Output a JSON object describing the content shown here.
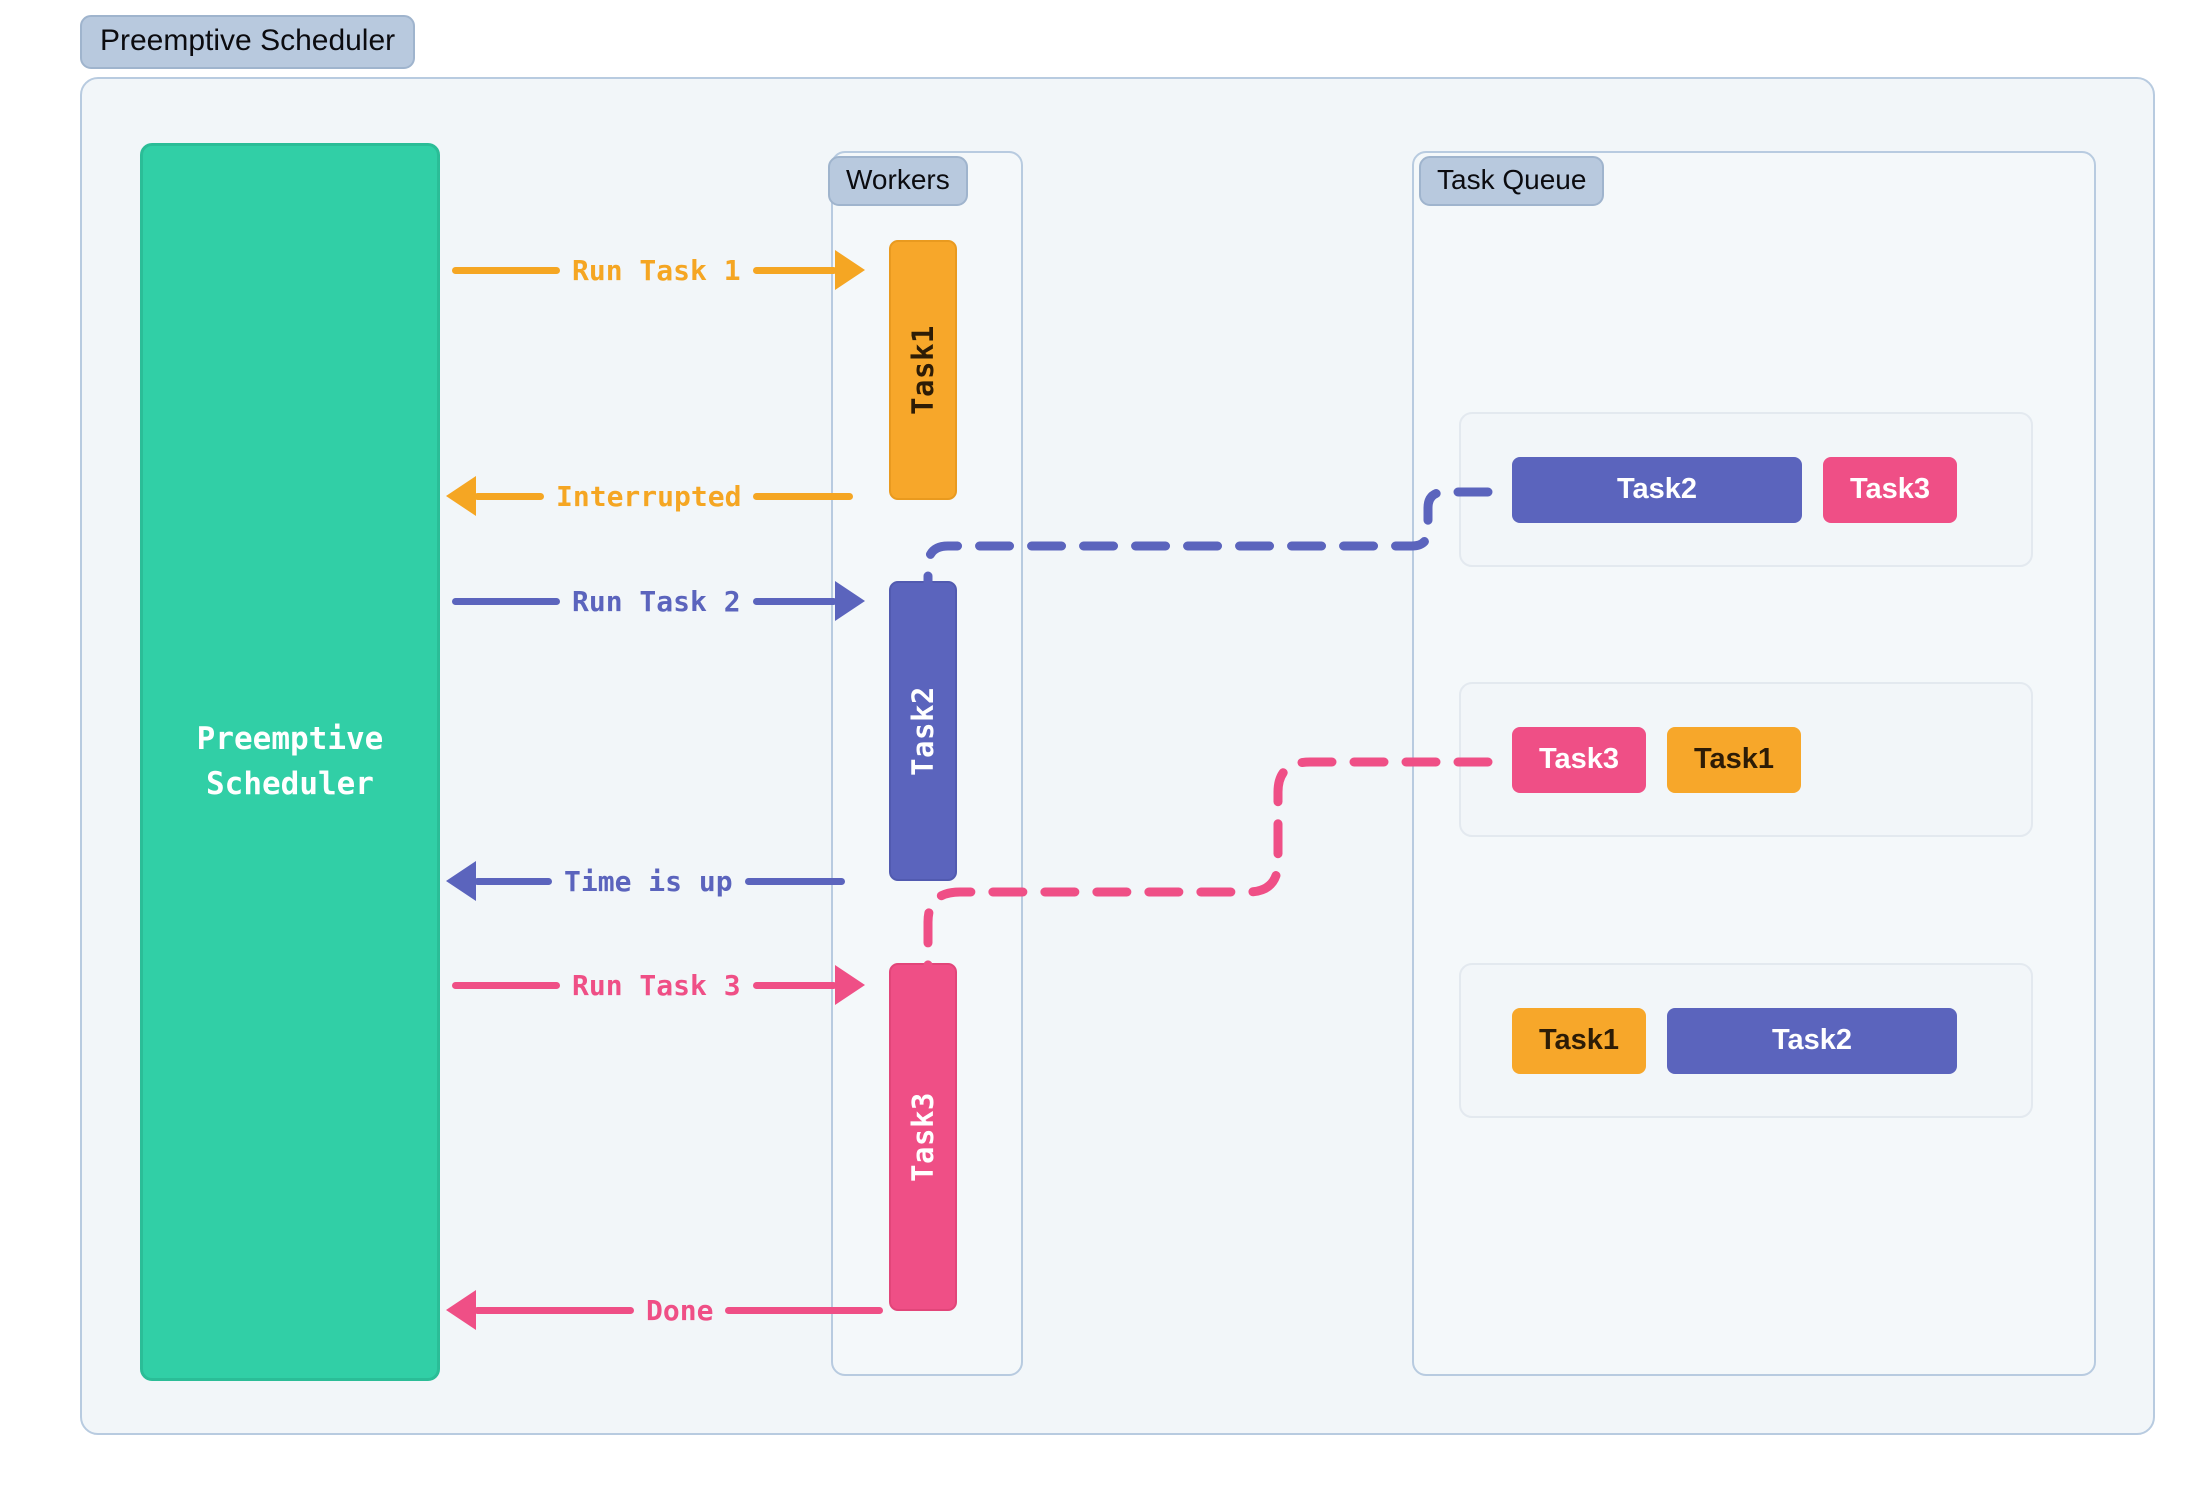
{
  "diagram": {
    "title": "Preemptive Scheduler",
    "scheduler_block_label": "Preemptive\nScheduler",
    "workers_title": "Workers",
    "queue_title": "Task Queue"
  },
  "colors": {
    "background": "#ffffff",
    "frame_fill": "#f2f6f9",
    "frame_border": "#b8cbe0",
    "title_chip_fill": "#b8c9de",
    "scheduler_green": "#31cfa6",
    "task1_orange": "#f7a72a",
    "task2_blue": "#5b64bd",
    "task3_pink": "#ef4f86",
    "task1_text": "#2d1c06",
    "task2_text": "#ffffff",
    "task3_text": "#ffffff"
  },
  "workers": [
    {
      "id": "worker-task1",
      "label": "Task1",
      "color_key": "task1_orange"
    },
    {
      "id": "worker-task2",
      "label": "Task2",
      "color_key": "task2_blue"
    },
    {
      "id": "worker-task3",
      "label": "Task3",
      "color_key": "task3_pink"
    }
  ],
  "messages": [
    {
      "id": "msg-run-task-1",
      "label": "Run Task 1",
      "direction": "right",
      "color": "#f5a623"
    },
    {
      "id": "msg-interrupted",
      "label": "Interrupted",
      "direction": "left",
      "color": "#f5a623"
    },
    {
      "id": "msg-run-task-2",
      "label": "Run Task 2",
      "direction": "right",
      "color": "#5b64bd"
    },
    {
      "id": "msg-time-is-up",
      "label": "Time is up",
      "direction": "left",
      "color": "#5b64bd"
    },
    {
      "id": "msg-run-task-3",
      "label": "Run Task 3",
      "direction": "right",
      "color": "#ef4f86"
    },
    {
      "id": "msg-done",
      "label": "Done",
      "direction": "left",
      "color": "#ef4f86"
    }
  ],
  "queue_rows": [
    {
      "id": "queue-row-0",
      "chips": [
        {
          "label": "Task2",
          "style": "blue",
          "width": "wide"
        },
        {
          "label": "Task3",
          "style": "pink",
          "width": "narrow"
        }
      ]
    },
    {
      "id": "queue-row-1",
      "chips": [
        {
          "label": "Task3",
          "style": "pink",
          "width": "narrow"
        },
        {
          "label": "Task1",
          "style": "orange",
          "width": "narrow"
        }
      ]
    },
    {
      "id": "queue-row-2",
      "chips": [
        {
          "label": "Task1",
          "style": "orange",
          "width": "narrow"
        },
        {
          "label": "Task2",
          "style": "blue",
          "width": "wide"
        }
      ]
    }
  ],
  "connectors": [
    {
      "id": "connector-task2-dequeue",
      "color": "#5b64bd",
      "from": "queue-row-0",
      "to": "worker-task2"
    },
    {
      "id": "connector-task3-dequeue",
      "color": "#ef4f86",
      "from": "queue-row-1",
      "to": "worker-task3"
    }
  ]
}
